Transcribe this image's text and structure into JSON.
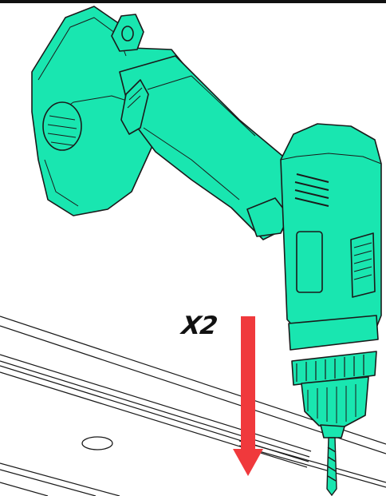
{
  "instruction": {
    "repeat_label": "X2",
    "arrow_direction": "down"
  },
  "colors": {
    "tool_fill": "#19e6b0",
    "outline": "#1a1a1a",
    "arrow": "#f0393c",
    "background": "#ffffff"
  },
  "icons": {
    "tool": "cordless-drill-icon",
    "arrow": "down-arrow-icon",
    "board": "rail-board",
    "hole": "mounting-hole"
  }
}
